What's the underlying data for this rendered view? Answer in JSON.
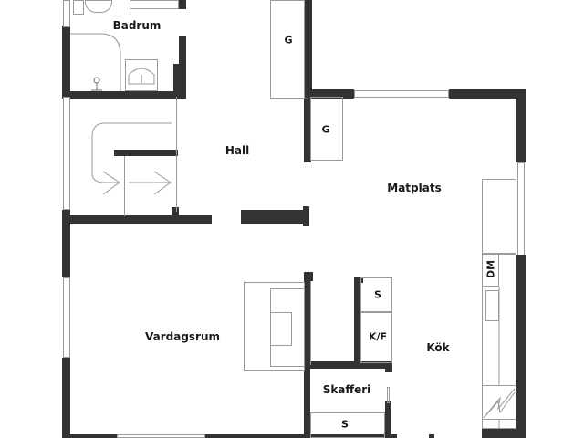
{
  "floor_plan": {
    "rooms": [
      {
        "id": "badrum",
        "label": "Badrum"
      },
      {
        "id": "hall",
        "label": "Hall"
      },
      {
        "id": "matplats",
        "label": "Matplats"
      },
      {
        "id": "vardagsrum",
        "label": "Vardagsrum"
      },
      {
        "id": "kok",
        "label": "Kök"
      },
      {
        "id": "skafferi",
        "label": "Skafferi"
      }
    ],
    "fixtures": {
      "garderob_top": "G",
      "garderob_matplats": "G",
      "skap_kok": "S",
      "kyl_frys": "K/F",
      "skap_skafferi": "S",
      "diskmaskin": "DM"
    },
    "colors": {
      "wall": "#333333",
      "line": "#9a9a9a",
      "background": "#ffffff"
    }
  }
}
